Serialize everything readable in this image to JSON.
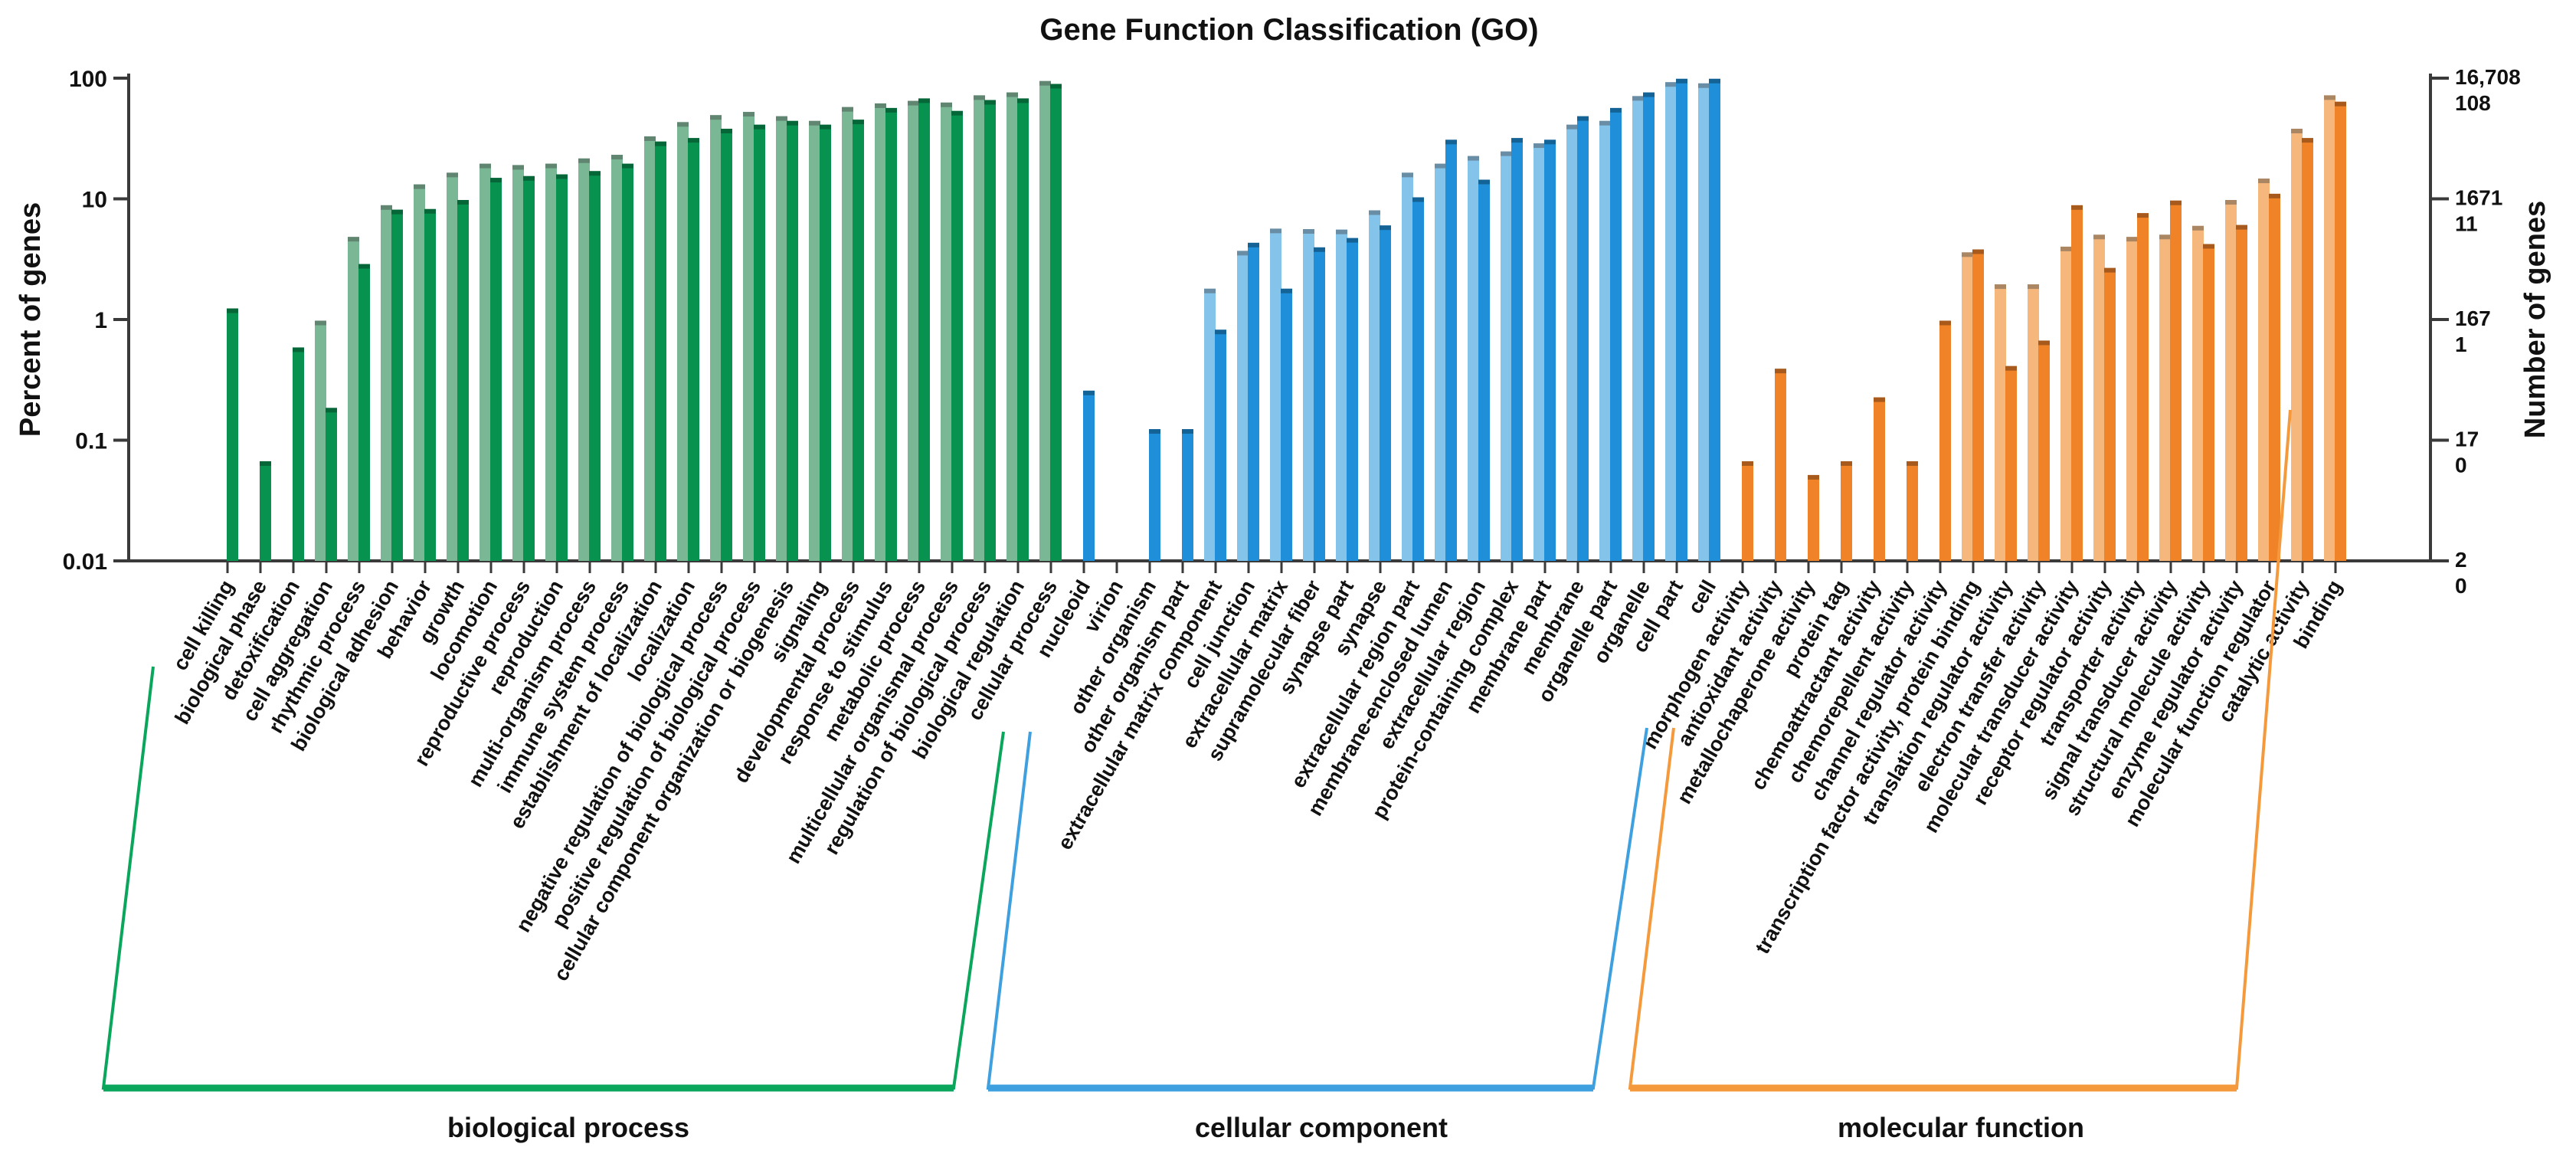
{
  "title": "Gene Function Classification (GO)",
  "axes": {
    "left": {
      "label": "Percent of genes",
      "ticks": [
        "100",
        "10",
        "1",
        "0.1",
        "0.01"
      ]
    },
    "right": {
      "label": "Number of genes",
      "ticks_primary": [
        "16,708",
        "1671",
        "167",
        "17",
        "2"
      ],
      "ticks_secondary": [
        "108",
        "11",
        "1",
        "0",
        "0"
      ]
    }
  },
  "colors": {
    "axis": "#3a3a3a",
    "text": "#111111",
    "secondary_text": "#9b9b9b",
    "green_light": "#79b795",
    "green_dark": "#089250",
    "blue_light": "#85c4ea",
    "blue_dark": "#1e8fd8",
    "orange_light": "#f5b77c",
    "orange_dark": "#f08228",
    "bracket_green": "#0aa65b",
    "bracket_blue": "#3fa0e0",
    "bracket_orange": "#f59a3c"
  },
  "chart_data": {
    "type": "bar",
    "y_scale": "log",
    "ylim": [
      0.01,
      100
    ],
    "grid": false,
    "legend": "none",
    "series_keys": [
      "light",
      "dark"
    ],
    "groups": [
      {
        "name": "biological process",
        "light_color": "#79b795",
        "dark_color": "#089250",
        "bracket_color": "#0aa65b",
        "categories": [
          {
            "label": "cell killing",
            "light": null,
            "dark": 1.2
          },
          {
            "label": "biological phase",
            "light": null,
            "dark": 0.065
          },
          {
            "label": "detoxification",
            "light": null,
            "dark": 0.57
          },
          {
            "label": "cell aggregation",
            "light": 0.95,
            "dark": 0.18
          },
          {
            "label": "rhythmic process",
            "light": 4.7,
            "dark": 2.8
          },
          {
            "label": "biological adhesion",
            "light": 8.6,
            "dark": 7.9
          },
          {
            "label": "behavior",
            "light": 12.8,
            "dark": 8.0
          },
          {
            "label": "growth",
            "light": 16,
            "dark": 9.5
          },
          {
            "label": "locomotion",
            "light": 19,
            "dark": 14.5
          },
          {
            "label": "reproductive process",
            "light": 18.5,
            "dark": 15
          },
          {
            "label": "reproduction",
            "light": 19,
            "dark": 15.5
          },
          {
            "label": "multi-organism process",
            "light": 21,
            "dark": 16.5
          },
          {
            "label": "immune system process",
            "light": 22.5,
            "dark": 19
          },
          {
            "label": "establishment of localization",
            "light": 32,
            "dark": 29
          },
          {
            "label": "localization",
            "light": 42,
            "dark": 31
          },
          {
            "label": "negative regulation of biological process",
            "light": 48,
            "dark": 37
          },
          {
            "label": "positive regulation of biological process",
            "light": 51,
            "dark": 40
          },
          {
            "label": "cellular component organization or biogenesis",
            "light": 47,
            "dark": 43
          },
          {
            "label": "signaling",
            "light": 43,
            "dark": 40
          },
          {
            "label": "developmental process",
            "light": 56,
            "dark": 44
          },
          {
            "label": "response to stimulus",
            "light": 60,
            "dark": 55
          },
          {
            "label": "metabolic process",
            "light": 63,
            "dark": 66
          },
          {
            "label": "multicellular organismal process",
            "light": 61,
            "dark": 52
          },
          {
            "label": "regulation of biological process",
            "light": 70,
            "dark": 64
          },
          {
            "label": "biological regulation",
            "light": 74,
            "dark": 66
          },
          {
            "label": "cellular process",
            "light": 92,
            "dark": 87
          }
        ]
      },
      {
        "name": "cellular component",
        "light_color": "#85c4ea",
        "dark_color": "#1e8fd8",
        "bracket_color": "#3fa0e0",
        "categories": [
          {
            "label": "nucleoid",
            "light": null,
            "dark": 0.25
          },
          {
            "label": "virion",
            "light": null,
            "dark": null
          },
          {
            "label": "other organism",
            "light": null,
            "dark": 0.12
          },
          {
            "label": "other organism part",
            "light": null,
            "dark": 0.12
          },
          {
            "label": "extracellular matrix component",
            "light": 1.75,
            "dark": 0.8
          },
          {
            "label": "cell junction",
            "light": 3.6,
            "dark": 4.2
          },
          {
            "label": "extracellular matrix",
            "light": 5.5,
            "dark": 1.75
          },
          {
            "label": "supramolecular fiber",
            "light": 5.45,
            "dark": 3.85
          },
          {
            "label": "synapse part",
            "light": 5.4,
            "dark": 4.6
          },
          {
            "label": "synapse",
            "light": 7.8,
            "dark": 5.85
          },
          {
            "label": "extracellular region part",
            "light": 16,
            "dark": 10
          },
          {
            "label": "membrane-enclosed lumen",
            "light": 19,
            "dark": 30
          },
          {
            "label": "extracellular region",
            "light": 22,
            "dark": 14
          },
          {
            "label": "protein-containing complex",
            "light": 24,
            "dark": 31
          },
          {
            "label": "membrane part",
            "light": 28,
            "dark": 30
          },
          {
            "label": "membrane",
            "light": 40,
            "dark": 47
          },
          {
            "label": "organelle part",
            "light": 43,
            "dark": 55
          },
          {
            "label": "organelle",
            "light": 69,
            "dark": 74
          },
          {
            "label": "cell part",
            "light": 90,
            "dark": 96
          },
          {
            "label": "cell",
            "light": 88,
            "dark": 96
          }
        ]
      },
      {
        "name": "molecular function",
        "light_color": "#f5b77c",
        "dark_color": "#f08228",
        "bracket_color": "#f59a3c",
        "categories": [
          {
            "label": "morphogen activity",
            "light": null,
            "dark": 0.065
          },
          {
            "label": "antioxidant activity",
            "light": null,
            "dark": 0.38
          },
          {
            "label": "metallochaperone activity",
            "light": null,
            "dark": 0.05
          },
          {
            "label": "protein tag",
            "light": null,
            "dark": 0.065
          },
          {
            "label": "chemoattractant activity",
            "light": null,
            "dark": 0.22
          },
          {
            "label": "chemorepellent activity",
            "light": null,
            "dark": 0.065
          },
          {
            "label": "channel regulator activity",
            "light": null,
            "dark": 0.95
          },
          {
            "label": "transcription factor activity, protein binding",
            "light": 3.5,
            "dark": 3.7
          },
          {
            "label": "translation regulator activity",
            "light": 1.9,
            "dark": 0.4
          },
          {
            "label": "electron transfer activity",
            "light": 1.9,
            "dark": 0.65
          },
          {
            "label": "molecular transducer activity",
            "light": 3.9,
            "dark": 8.6
          },
          {
            "label": "receptor regulator activity",
            "light": 4.9,
            "dark": 2.6
          },
          {
            "label": "transporter activity",
            "light": 4.7,
            "dark": 7.4
          },
          {
            "label": "signal transducer activity",
            "light": 4.9,
            "dark": 9.4
          },
          {
            "label": "structural molecule activity",
            "light": 5.8,
            "dark": 4.1
          },
          {
            "label": "enzyme regulator activity",
            "light": 9.5,
            "dark": 5.9
          },
          {
            "label": "molecular function regulator",
            "light": 14.3,
            "dark": 10.7
          },
          {
            "label": "catalytic activity",
            "light": 37,
            "dark": 31
          },
          {
            "label": "binding",
            "light": 70,
            "dark": 62
          }
        ]
      }
    ]
  }
}
